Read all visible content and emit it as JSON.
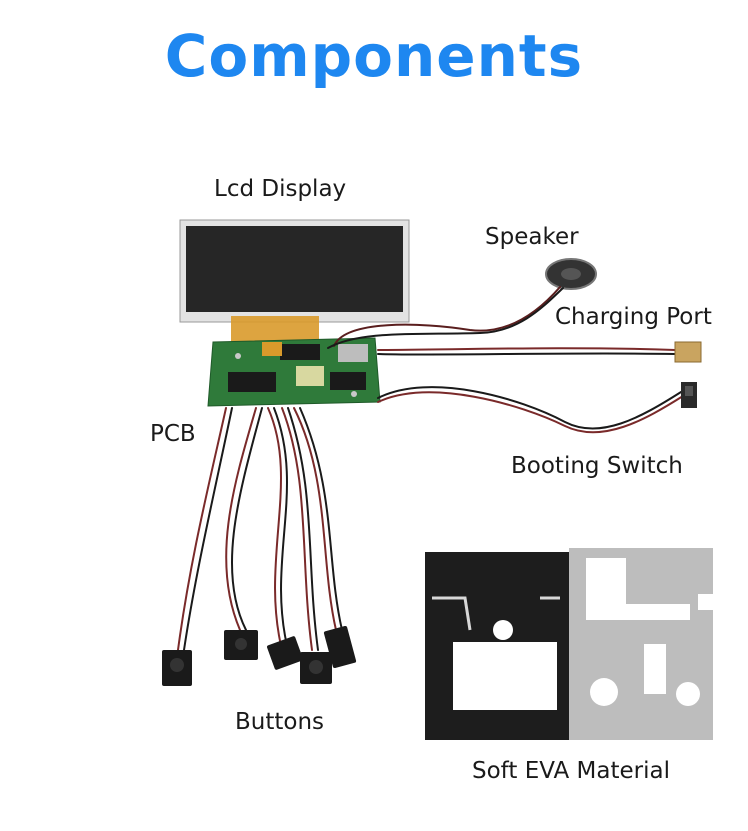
{
  "title": "Components",
  "colors": {
    "title": "#1E87F0",
    "pcb": "#2f7a3a",
    "lcd_screen": "#262626",
    "eva_black": "#1d1d1d",
    "eva_gray": "#bdbdbd"
  },
  "labels": {
    "lcd_display": "Lcd Display",
    "speaker": "Speaker",
    "charging_port": "Charging Port",
    "pcb": "PCB",
    "booting_switch": "Booting Switch",
    "buttons": "Buttons",
    "soft_eva": "Soft EVA Material"
  }
}
